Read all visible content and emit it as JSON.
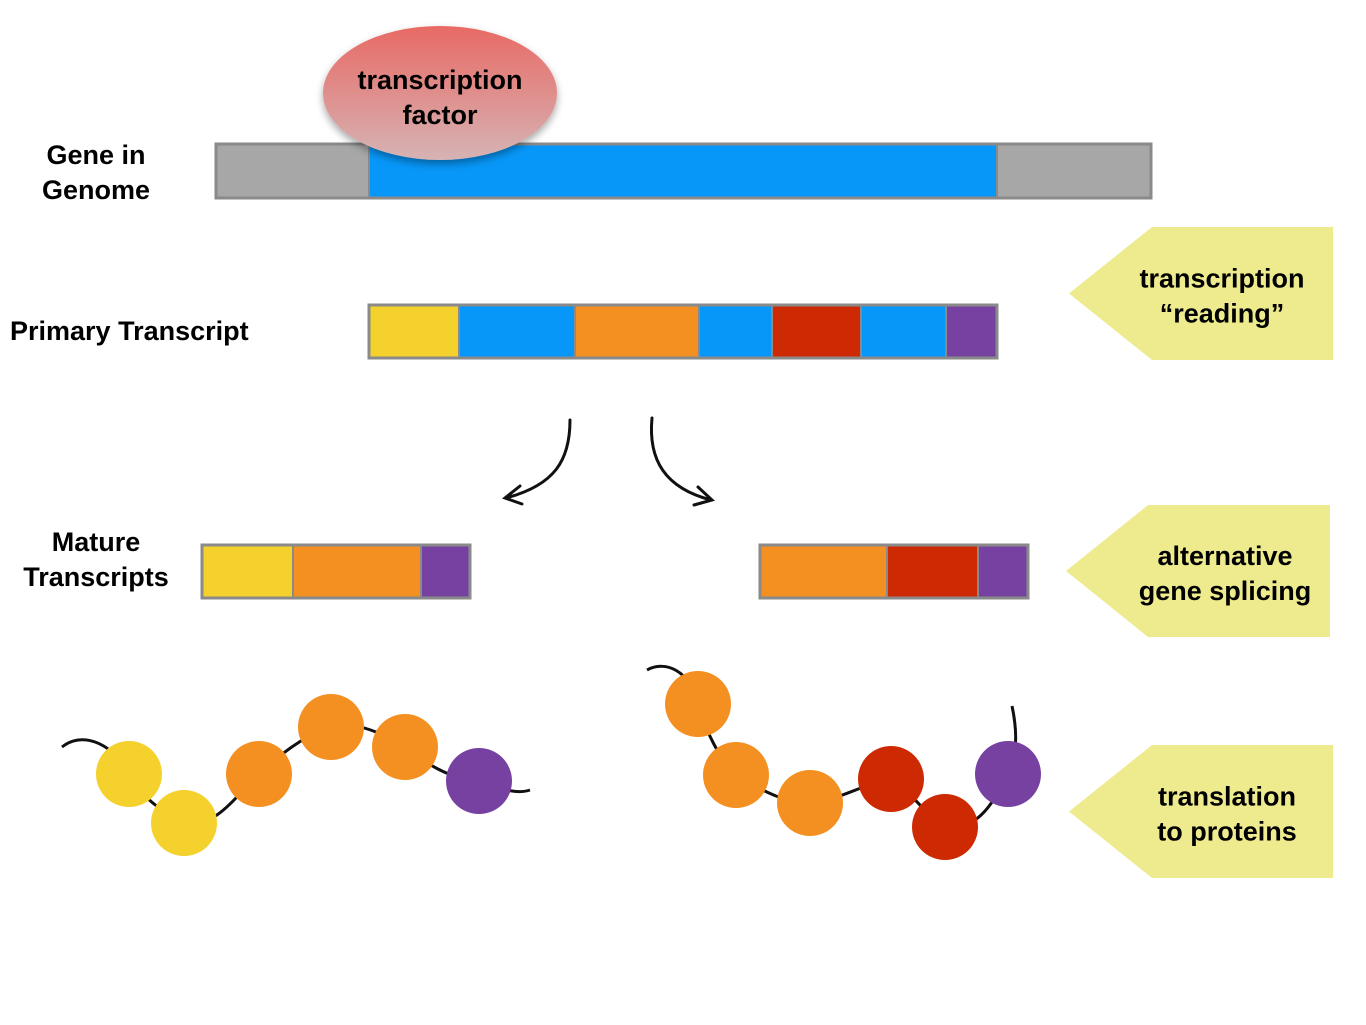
{
  "colors": {
    "exon_blue": "#0797f8",
    "flank_gray": "#a6a7a6",
    "yellow": "#f5d12d",
    "orange": "#f39021",
    "red": "#cd2a04",
    "purple": "#7641a0",
    "callout": "#eeeb8e",
    "factor_top": "#e86a64",
    "factor_bottom": "#d6b3b4"
  },
  "labels": {
    "gene_line1": "Gene in",
    "gene_line2": "Genome",
    "primary": "Primary Transcript",
    "mature_line1": "Mature",
    "mature_line2": "Transcripts"
  },
  "factor": {
    "line1": "transcription",
    "line2": "factor"
  },
  "gene": {
    "segments": [
      "flank_gray",
      "exon_blue",
      "flank_gray"
    ]
  },
  "primary_transcript": {
    "segments": [
      "yellow",
      "exon_blue",
      "orange",
      "exon_blue",
      "red",
      "exon_blue",
      "purple"
    ]
  },
  "mature_transcripts": [
    {
      "segments": [
        "yellow",
        "orange",
        "purple"
      ]
    },
    {
      "segments": [
        "orange",
        "red",
        "purple"
      ]
    }
  ],
  "proteins": [
    {
      "beads": [
        "yellow",
        "yellow",
        "orange",
        "orange",
        "orange",
        "purple"
      ]
    },
    {
      "beads": [
        "orange",
        "orange",
        "orange",
        "red",
        "red",
        "purple"
      ]
    }
  ],
  "callouts": [
    {
      "line1": "transcription",
      "line2": "“reading”"
    },
    {
      "line1": "alternative",
      "line2": "gene splicing"
    },
    {
      "line1": "translation",
      "line2": "to proteins"
    }
  ]
}
